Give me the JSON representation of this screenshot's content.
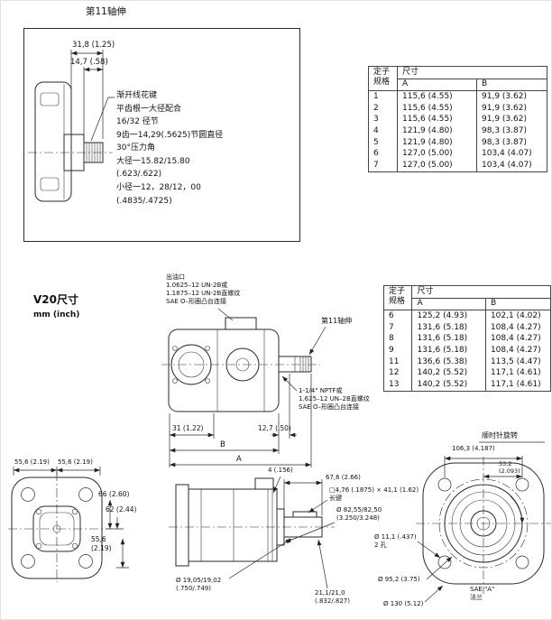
{
  "page": {
    "bg": "#ffffff",
    "ink": "#111111"
  },
  "shaft_detail": {
    "title": "第11轴伸",
    "dim_total": "31,8 (1.25)",
    "dim_spline": "14,7 (.58)",
    "notes": [
      "渐开线花键",
      "平齿根一大径配合",
      "16/32 径节",
      "9齿一14,29(.5625)节圆直径",
      "30°压力角",
      "大径一15.82/15.80",
      "(.623/.622)",
      "小径一12，28/12，00",
      "(.4835/.4725)"
    ]
  },
  "table1": {
    "headers": {
      "spec_line1": "定子",
      "spec_line2": "规格",
      "dim": "尺寸",
      "a": "A",
      "b": "B"
    },
    "rows": [
      {
        "spec": "1",
        "a": "115,6 (4.55)",
        "b": "91,9 (3.62)"
      },
      {
        "spec": "2",
        "a": "115,6 (4.55)",
        "b": "91,9 (3.62)"
      },
      {
        "spec": "3",
        "a": "115,6 (4.55)",
        "b": "91,9 (3.62)"
      },
      {
        "spec": "4",
        "a": "121,9 (4.80)",
        "b": "98,3 (3.87)"
      },
      {
        "spec": "5",
        "a": "121,9 (4.80)",
        "b": "98,3 (3.87)"
      },
      {
        "spec": "6",
        "a": "127,0 (5.00)",
        "b": "103,4 (4.07)"
      },
      {
        "spec": "7",
        "a": "127,0 (5.00)",
        "b": "103,4 (4.07)"
      }
    ]
  },
  "table2": {
    "headers": {
      "spec_line1": "定子",
      "spec_line2": "规格",
      "dim": "尺寸",
      "a": "A",
      "b": "B"
    },
    "rows": [
      {
        "spec": "6",
        "a": "125,2 (4.93)",
        "b": "102,1 (4.02)"
      },
      {
        "spec": "7",
        "a": "131,6 (5.18)",
        "b": "108,4 (4.27)"
      },
      {
        "spec": "8",
        "a": "131,6 (5.18)",
        "b": "108,4 (4.27)"
      },
      {
        "spec": "9",
        "a": "131,6 (5.18)",
        "b": "108,4 (4.27)"
      },
      {
        "spec": "11",
        "a": "136,6 (5.38)",
        "b": "113,5 (4.47)"
      },
      {
        "spec": "12",
        "a": "140,2 (5.52)",
        "b": "117,1 (4.61)"
      },
      {
        "spec": "13",
        "a": "140,2 (5.52)",
        "b": "117,1 (4.61)"
      }
    ]
  },
  "v20": {
    "title": "V20尺寸",
    "unit": "mm (inch)"
  },
  "top_view": {
    "outlet_note": [
      "出油口",
      "1.0625–12 UN-2B或",
      "1.1875–12 UN-2B直螺纹",
      "SAE O–形圈凸台连接"
    ],
    "shaft_label": "第11轴伸",
    "inlet_note": [
      "1-1/4\" NPTF或",
      "1.625–12 UN–2B直螺纹",
      "SAE O–形圈凸台连接"
    ],
    "dim_31": "31 (1.22)",
    "dim_12_7": "12,7 (.50)",
    "dim_B": "B",
    "dim_A": "A"
  },
  "front_view": {
    "dim_top_left": "55,6 (2.19)",
    "dim_top_right": "55,6 (2.19)",
    "dim_66": "66 (2.60)",
    "dim_62": "62 (2.44)",
    "dim_bottom": [
      "55,6",
      "(2.19)"
    ]
  },
  "side_view": {
    "dim_4": "4 (.156)",
    "dim_67_6": "67,6 (2.66)",
    "key_note": [
      "□4,76 (.1875) × 41,1 (1.62)",
      "长键"
    ],
    "dim_pilot": [
      "Ø 82,55/82,50",
      "(3.250/3.248)"
    ],
    "dim_shaft_dia": [
      "Ø 19,05/19,02",
      "(.750/.749)"
    ],
    "dim_key_height": [
      "21,1/21,0",
      "(.832/.827)"
    ]
  },
  "rear_view": {
    "rotation_label": "顺时针旋转",
    "dim_106_3": "106,3 (4.187)",
    "dim_53_2": [
      "53,2",
      "(2.093)"
    ],
    "dim_holes": [
      "Ø 11,1 (.437)",
      "2 孔"
    ],
    "dim_bolt_circle": "Ø 95,2 (3.75)",
    "dim_outer": "Ø 130 (5.12)",
    "flange_label": [
      "SAE \"A\"",
      "法兰"
    ]
  }
}
